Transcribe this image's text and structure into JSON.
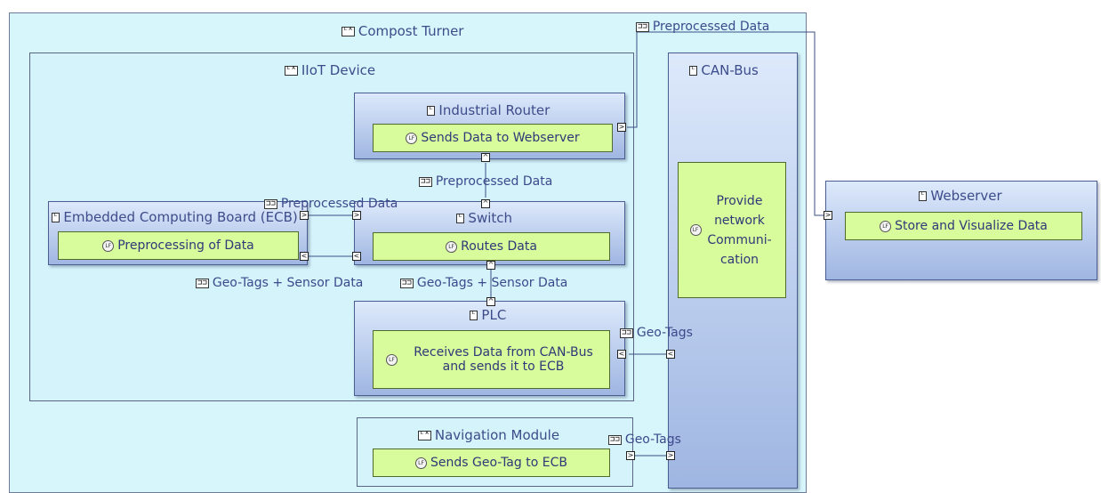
{
  "compost_turner": {
    "icon": "LA",
    "title": "Compost Turner"
  },
  "iiot_device": {
    "icon": "LA",
    "title": "IIoT Device"
  },
  "industrial_router": {
    "icon": "L",
    "title": "Industrial Router",
    "function": "Sends Data to Webserver"
  },
  "switch": {
    "icon": "L",
    "title": "Switch",
    "function": "Routes Data"
  },
  "ecb": {
    "icon": "L",
    "title": "Embedded Computing Board (ECB)",
    "function": "Preprocessing of Data"
  },
  "plc": {
    "icon": "L",
    "title": "PLC",
    "function": "Receives Data from CAN-Bus and sends it to ECB"
  },
  "can_bus": {
    "icon": "L",
    "title": "CAN-Bus",
    "function": "Provide network Communi-cation"
  },
  "webserver": {
    "icon": "L",
    "title": "Webserver",
    "function": "Store and Visualize Data"
  },
  "navigation_module": {
    "icon": "LA",
    "title": "Navigation Module",
    "function": "Sends Geo-Tag to ECB"
  },
  "exchanges": {
    "router_to_webserver": "Preprocessed Data",
    "switch_to_router": "Preprocessed Data",
    "ecb_to_switch": "Preprocessed Data",
    "switch_to_ecb": "Geo-Tags + Sensor Data",
    "plc_to_switch": "Geo-Tags + Sensor Data",
    "canbus_to_plc": "Geo-Tags",
    "nav_to_canbus": "Geo-Tags"
  },
  "colors": {
    "logical_actor": "#d6f6fb",
    "component": "#a9bfe6",
    "function": "#d8fb9b",
    "wire": "#3b4f86",
    "text": "#3c4a8c"
  }
}
